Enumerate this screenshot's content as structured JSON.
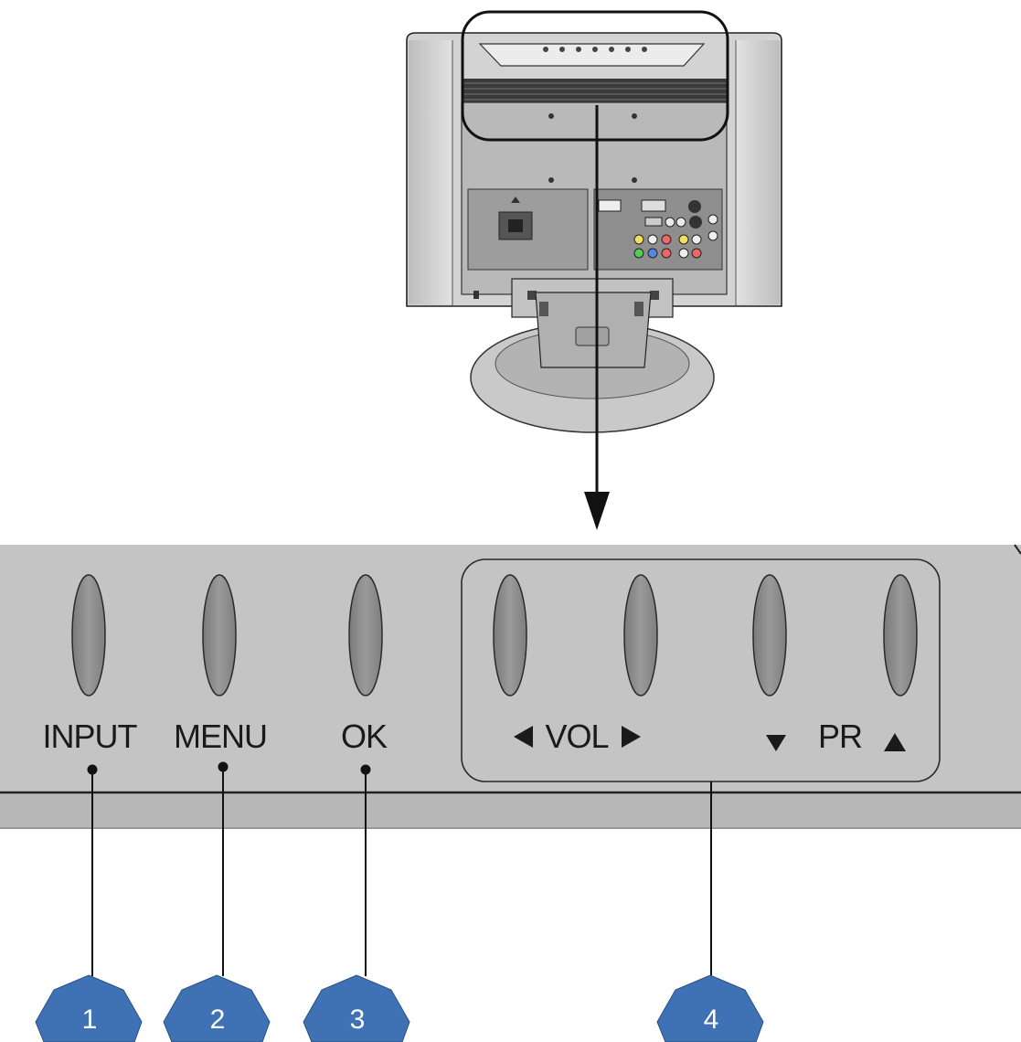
{
  "panel": {
    "buttons": [
      {
        "label": "INPUT",
        "callout": "1"
      },
      {
        "label": "MENU",
        "callout": "2"
      },
      {
        "label": "OK",
        "callout": "3"
      }
    ],
    "group": {
      "vol_label": "VOL",
      "pr_label": "PR",
      "callout": "4"
    }
  },
  "colors": {
    "callout_fill": "#3f72b4",
    "panel_fill": "#c4c4c4",
    "button_fill": "#8a8a8a"
  }
}
